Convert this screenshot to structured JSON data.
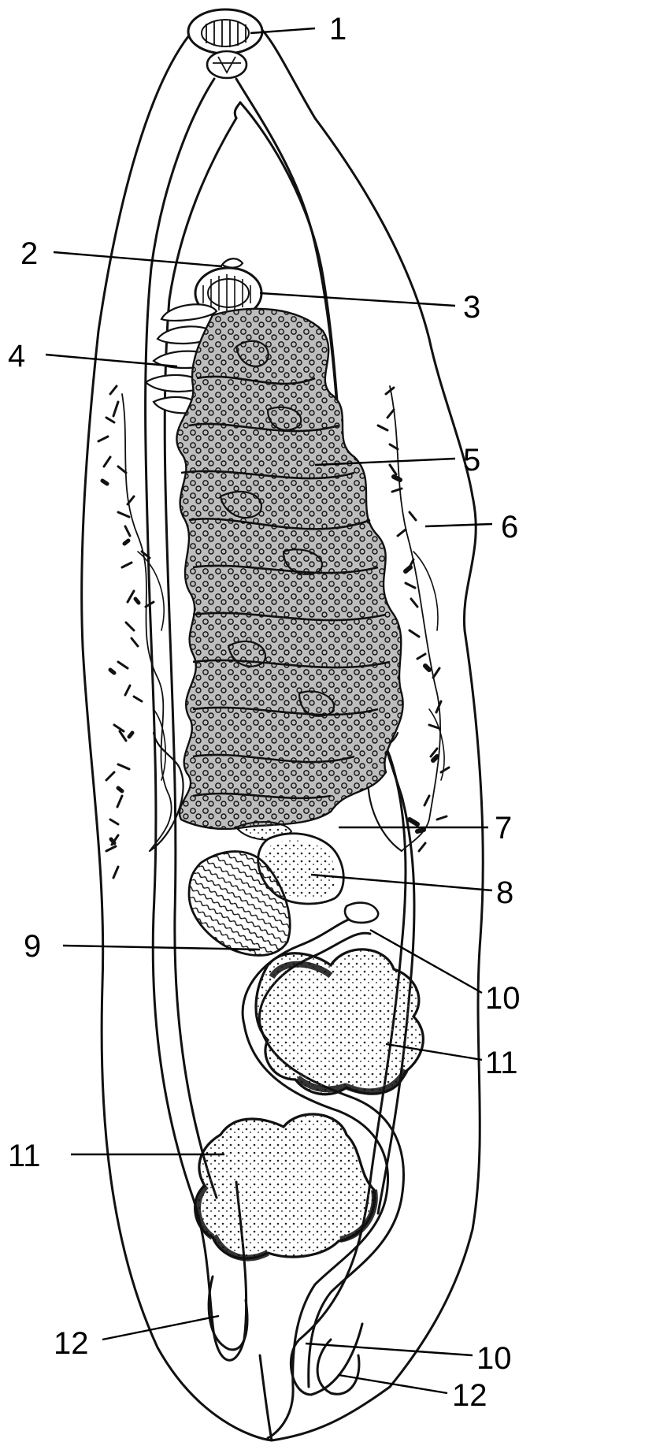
{
  "figure": {
    "labels": [
      {
        "id": "l1",
        "text": "1"
      },
      {
        "id": "l2",
        "text": "2"
      },
      {
        "id": "l3",
        "text": "3"
      },
      {
        "id": "l4",
        "text": "4"
      },
      {
        "id": "l5",
        "text": "5"
      },
      {
        "id": "l6",
        "text": "6"
      },
      {
        "id": "l7",
        "text": "7"
      },
      {
        "id": "l8",
        "text": "8"
      },
      {
        "id": "l9",
        "text": "9"
      },
      {
        "id": "l10a",
        "text": "10"
      },
      {
        "id": "l11a",
        "text": "11"
      },
      {
        "id": "l11b",
        "text": "11"
      },
      {
        "id": "l10b",
        "text": "10"
      },
      {
        "id": "l12a",
        "text": "12"
      },
      {
        "id": "l12b",
        "text": "12"
      }
    ]
  },
  "colors": {
    "ink": "#111111",
    "paper": "#ffffff"
  }
}
